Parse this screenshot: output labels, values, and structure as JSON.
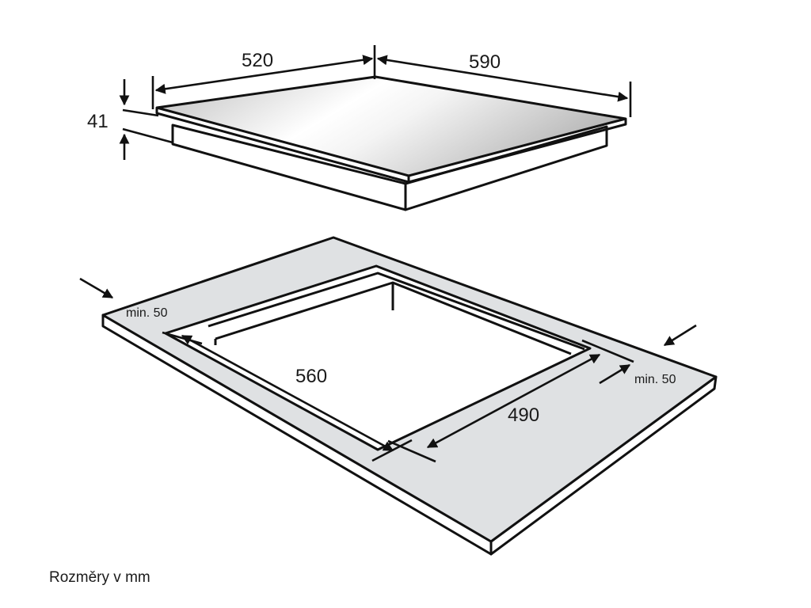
{
  "hob": {
    "depth_label": "520",
    "width_label": "590",
    "height_label": "41"
  },
  "cutout": {
    "depth_label": "560",
    "width_label": "490",
    "min_left_label": "min. 50",
    "min_right_label": "min. 50"
  },
  "caption": "Rozměry v mm",
  "colors": {
    "line": "#111111",
    "countertop": "#dfe1e3",
    "glass_dark": "#c8c8c8",
    "glass_light": "#ffffff"
  }
}
